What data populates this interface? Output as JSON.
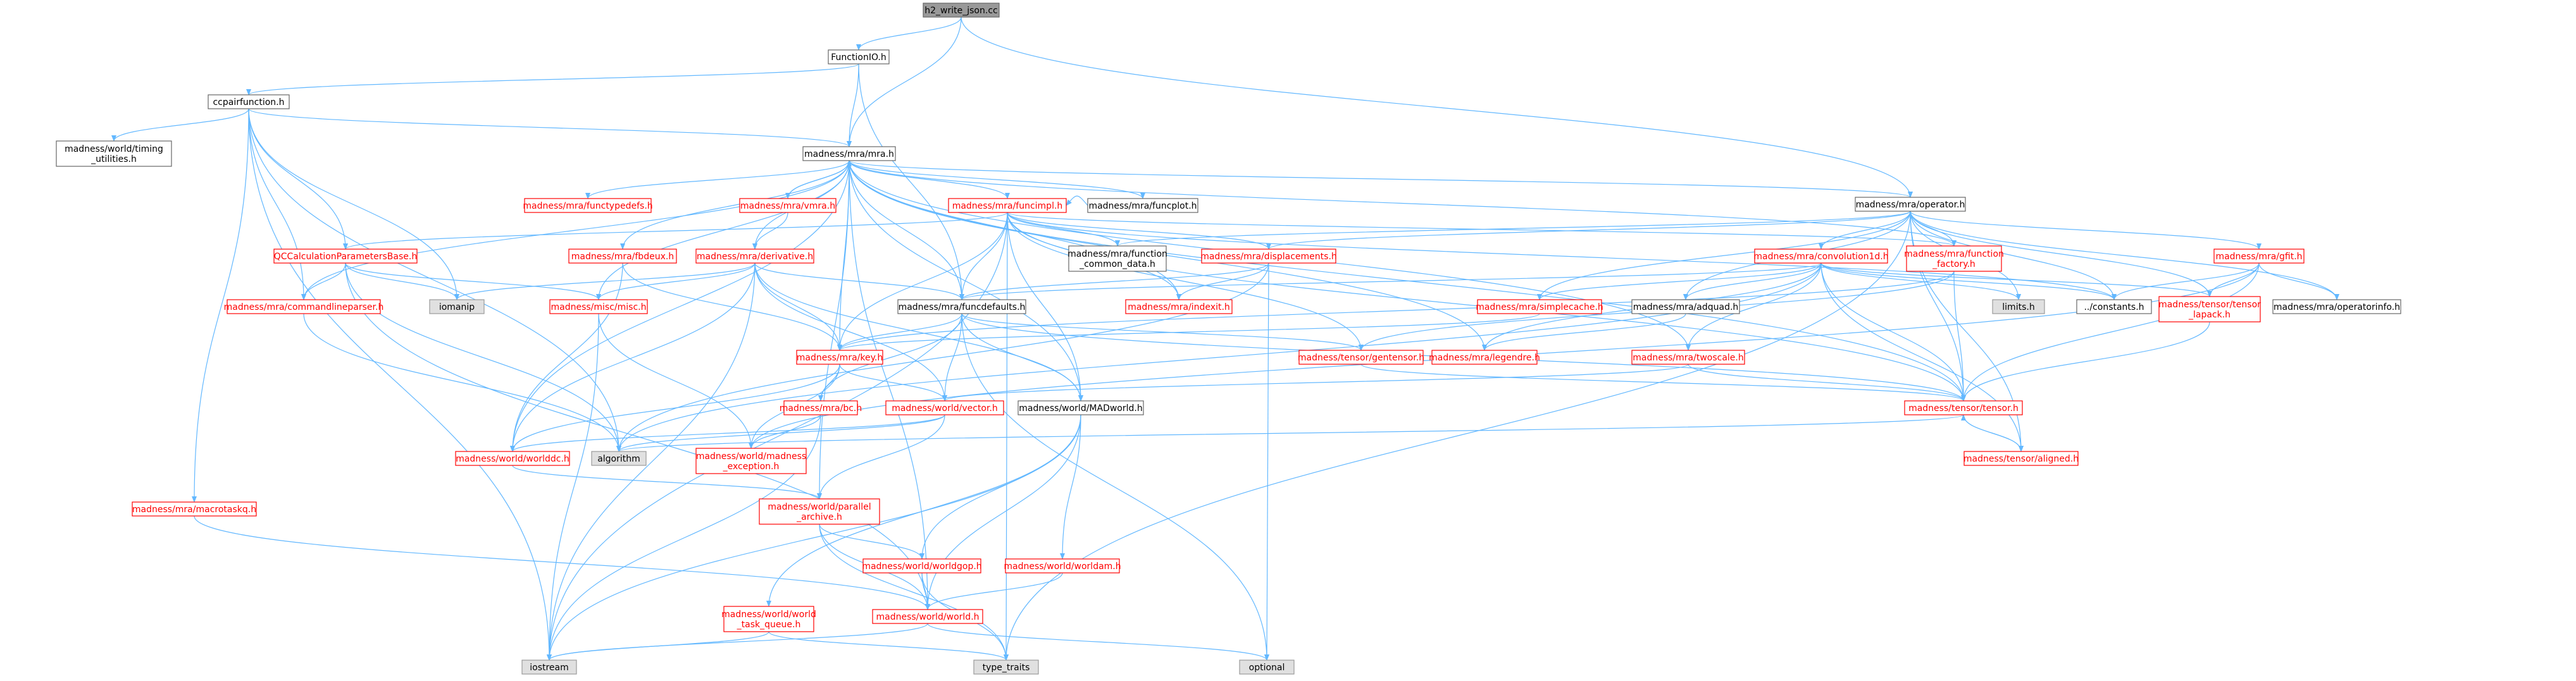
{
  "colors": {
    "root_fill": "#999999",
    "node_stroke_red": "#ff0000",
    "node_stroke_black": "#666666",
    "node_fill": "#ffffff",
    "system_fill": "#e0e0e0",
    "system_stroke": "#999999",
    "text_red": "#ff0000",
    "text_black": "#000000",
    "edge": "#63b8ff"
  },
  "nodes": [
    {
      "id": "root",
      "label": "h2_write_json.cc",
      "kind": "root"
    },
    {
      "id": "functionio",
      "label": "FunctionIO.h",
      "kind": "normal"
    },
    {
      "id": "ccpair",
      "label": "ccpairfunction.h",
      "kind": "normal"
    },
    {
      "id": "timing",
      "label": [
        "madness/world/timing",
        "_utilities.h"
      ],
      "kind": "normal"
    },
    {
      "id": "mra",
      "label": "madness/mra/mra.h",
      "kind": "normal"
    },
    {
      "id": "operator",
      "label": "madness/mra/operator.h",
      "kind": "normal"
    },
    {
      "id": "functypedefs",
      "label": "madness/mra/functypedefs.h",
      "kind": "red"
    },
    {
      "id": "vmra",
      "label": "madness/mra/vmra.h",
      "kind": "red"
    },
    {
      "id": "funcimpl",
      "label": "madness/mra/funcimpl.h",
      "kind": "red"
    },
    {
      "id": "funcplot",
      "label": "madness/mra/funcplot.h",
      "kind": "normal"
    },
    {
      "id": "qccalc",
      "label": "QCCalculationParametersBase.h",
      "kind": "red"
    },
    {
      "id": "fbdeux",
      "label": "madness/mra/fbdeux.h",
      "kind": "red"
    },
    {
      "id": "derivative",
      "label": "madness/mra/derivative.h",
      "kind": "red"
    },
    {
      "id": "funccommon",
      "label": [
        "madness/mra/function",
        "_common_data.h"
      ],
      "kind": "normal"
    },
    {
      "id": "displacements",
      "label": "madness/mra/displacements.h",
      "kind": "red"
    },
    {
      "id": "convolution1d",
      "label": "madness/mra/convolution1d.h",
      "kind": "red"
    },
    {
      "id": "funcfactory",
      "label": [
        "madness/mra/function",
        "_factory.h"
      ],
      "kind": "red"
    },
    {
      "id": "gfit",
      "label": "madness/mra/gfit.h",
      "kind": "red"
    },
    {
      "id": "iomanip",
      "label": "iomanip",
      "kind": "system"
    },
    {
      "id": "cmdparser",
      "label": "madness/mra/commandlineparser.h",
      "kind": "red"
    },
    {
      "id": "misc",
      "label": "madness/misc/misc.h",
      "kind": "red"
    },
    {
      "id": "funcdefaults",
      "label": "madness/mra/funcdefaults.h",
      "kind": "normal"
    },
    {
      "id": "indexit",
      "label": "madness/mra/indexit.h",
      "kind": "red"
    },
    {
      "id": "simplecache",
      "label": "madness/mra/simplecache.h",
      "kind": "red"
    },
    {
      "id": "adquad",
      "label": "madness/mra/adquad.h",
      "kind": "normal"
    },
    {
      "id": "limits",
      "label": "limits.h",
      "kind": "system"
    },
    {
      "id": "constants",
      "label": "../constants.h",
      "kind": "normal"
    },
    {
      "id": "lapack",
      "label": [
        "madness/tensor/tensor",
        "_lapack.h"
      ],
      "kind": "red"
    },
    {
      "id": "operatorinfo",
      "label": "madness/mra/operatorinfo.h",
      "kind": "normal"
    },
    {
      "id": "key",
      "label": "madness/mra/key.h",
      "kind": "red"
    },
    {
      "id": "gentensor",
      "label": "madness/tensor/gentensor.h",
      "kind": "red"
    },
    {
      "id": "legendre",
      "label": "madness/mra/legendre.h",
      "kind": "red"
    },
    {
      "id": "twoscale",
      "label": "madness/mra/twoscale.h",
      "kind": "red"
    },
    {
      "id": "bc",
      "label": "madness/mra/bc.h",
      "kind": "red"
    },
    {
      "id": "vector",
      "label": "madness/world/vector.h",
      "kind": "red"
    },
    {
      "id": "madworld",
      "label": "madness/world/MADworld.h",
      "kind": "normal"
    },
    {
      "id": "tensor",
      "label": "madness/tensor/tensor.h",
      "kind": "red"
    },
    {
      "id": "worlddc",
      "label": "madness/world/worlddc.h",
      "kind": "red"
    },
    {
      "id": "algorithm",
      "label": "algorithm",
      "kind": "system"
    },
    {
      "id": "madexc",
      "label": [
        "madness/world/madness",
        "_exception.h"
      ],
      "kind": "red"
    },
    {
      "id": "aligned",
      "label": "madness/tensor/aligned.h",
      "kind": "red"
    },
    {
      "id": "macrotaskq",
      "label": "madness/mra/macrotaskq.h",
      "kind": "red"
    },
    {
      "id": "parallel",
      "label": [
        "madness/world/parallel",
        "_archive.h"
      ],
      "kind": "red"
    },
    {
      "id": "worldgop",
      "label": "madness/world/worldgop.h",
      "kind": "red"
    },
    {
      "id": "worldam",
      "label": "madness/world/worldam.h",
      "kind": "red"
    },
    {
      "id": "taskqueue",
      "label": [
        "madness/world/world",
        "_task_queue.h"
      ],
      "kind": "red"
    },
    {
      "id": "world",
      "label": "madness/world/world.h",
      "kind": "red"
    },
    {
      "id": "iostream",
      "label": "iostream",
      "kind": "system"
    },
    {
      "id": "typetraits",
      "label": "type_traits",
      "kind": "system"
    },
    {
      "id": "optional",
      "label": "optional",
      "kind": "system"
    }
  ],
  "edges": [
    [
      "root",
      "functionio"
    ],
    [
      "root",
      "mra"
    ],
    [
      "root",
      "operator"
    ],
    [
      "functionio",
      "ccpair"
    ],
    [
      "functionio",
      "mra"
    ],
    [
      "functionio",
      "funcdefaults"
    ],
    [
      "ccpair",
      "timing"
    ],
    [
      "ccpair",
      "mra"
    ],
    [
      "ccpair",
      "qccalc"
    ],
    [
      "ccpair",
      "cmdparser"
    ],
    [
      "ccpair",
      "iomanip"
    ],
    [
      "ccpair",
      "macrotaskq"
    ],
    [
      "ccpair",
      "iostream"
    ],
    [
      "ccpair",
      "algorithm"
    ],
    [
      "mra",
      "functypedefs"
    ],
    [
      "mra",
      "vmra"
    ],
    [
      "mra",
      "funcimpl"
    ],
    [
      "mra",
      "funcplot"
    ],
    [
      "mra",
      "operator"
    ],
    [
      "mra",
      "fbdeux"
    ],
    [
      "mra",
      "derivative"
    ],
    [
      "mra",
      "funcfactory"
    ],
    [
      "mra",
      "cmdparser"
    ],
    [
      "mra",
      "misc"
    ],
    [
      "mra",
      "funcdefaults"
    ],
    [
      "mra",
      "key"
    ],
    [
      "mra",
      "legendre"
    ],
    [
      "mra",
      "indexit"
    ],
    [
      "mra",
      "twoscale"
    ],
    [
      "mra",
      "madworld"
    ],
    [
      "mra",
      "tensor"
    ],
    [
      "mra",
      "worlddc"
    ],
    [
      "mra",
      "parallel"
    ],
    [
      "mra",
      "world"
    ],
    [
      "vmra",
      "mra"
    ],
    [
      "vmra",
      "derivative"
    ],
    [
      "funcimpl",
      "qccalc"
    ],
    [
      "funcimpl",
      "funccommon"
    ],
    [
      "funcimpl",
      "displacements"
    ],
    [
      "funcimpl",
      "funcdefaults"
    ],
    [
      "funcimpl",
      "key"
    ],
    [
      "funcimpl",
      "gentensor"
    ],
    [
      "funcimpl",
      "indexit"
    ],
    [
      "funcimpl",
      "madworld"
    ],
    [
      "funcimpl",
      "tensor"
    ],
    [
      "funcimpl",
      "constants"
    ],
    [
      "funcimpl",
      "typetraits"
    ],
    [
      "funcimpl",
      "iostream"
    ],
    [
      "funcimpl",
      "funcfactory"
    ],
    [
      "funcplot",
      "funcimpl"
    ],
    [
      "qccalc",
      "iomanip"
    ],
    [
      "qccalc",
      "cmdparser"
    ],
    [
      "qccalc",
      "misc"
    ],
    [
      "qccalc",
      "algorithm"
    ],
    [
      "qccalc",
      "world"
    ],
    [
      "fbdeux",
      "key"
    ],
    [
      "fbdeux",
      "worlddc"
    ],
    [
      "derivative",
      "iomanip"
    ],
    [
      "derivative",
      "funcdefaults"
    ],
    [
      "derivative",
      "key"
    ],
    [
      "derivative",
      "madworld"
    ],
    [
      "derivative",
      "iostream"
    ],
    [
      "derivative",
      "worlddc"
    ],
    [
      "derivative",
      "misc"
    ],
    [
      "derivative",
      "vector"
    ],
    [
      "operator",
      "funccommon"
    ],
    [
      "operator",
      "displacements"
    ],
    [
      "operator",
      "convolution1d"
    ],
    [
      "operator",
      "funcfactory"
    ],
    [
      "operator",
      "gfit"
    ],
    [
      "operator",
      "adquad"
    ],
    [
      "operator",
      "simplecache"
    ],
    [
      "operator",
      "limits"
    ],
    [
      "operator",
      "constants"
    ],
    [
      "operator",
      "lapack"
    ],
    [
      "operator",
      "operatorinfo"
    ],
    [
      "operator",
      "tensor"
    ],
    [
      "operator",
      "typetraits"
    ],
    [
      "operator",
      "aligned"
    ],
    [
      "displacements",
      "funcdefaults"
    ],
    [
      "displacements",
      "indexit"
    ],
    [
      "displacements",
      "algorithm"
    ],
    [
      "displacements",
      "optional"
    ],
    [
      "convolution1d",
      "funcdefaults"
    ],
    [
      "convolution1d",
      "simplecache"
    ],
    [
      "convolution1d",
      "adquad"
    ],
    [
      "convolution1d",
      "limits"
    ],
    [
      "convolution1d",
      "constants"
    ],
    [
      "convolution1d",
      "lapack"
    ],
    [
      "convolution1d",
      "legendre"
    ],
    [
      "convolution1d",
      "twoscale"
    ],
    [
      "convolution1d",
      "tensor"
    ],
    [
      "convolution1d",
      "algorithm"
    ],
    [
      "convolution1d",
      "aligned"
    ],
    [
      "funcfactory",
      "gentensor"
    ],
    [
      "funcfactory",
      "tensor"
    ],
    [
      "funcfactory",
      "key"
    ],
    [
      "gfit",
      "constants"
    ],
    [
      "gfit",
      "lapack"
    ],
    [
      "gfit",
      "operatorinfo"
    ],
    [
      "gfit",
      "tensor"
    ],
    [
      "gfit",
      "madexc"
    ],
    [
      "cmdparser",
      "algorithm"
    ],
    [
      "misc",
      "iostream"
    ],
    [
      "misc",
      "madexc"
    ],
    [
      "funcdefaults",
      "key"
    ],
    [
      "funcdefaults",
      "gentensor"
    ],
    [
      "funcdefaults",
      "madworld"
    ],
    [
      "funcdefaults",
      "tensor"
    ],
    [
      "funcdefaults",
      "vector"
    ],
    [
      "funcdefaults",
      "bc"
    ],
    [
      "funcdefaults",
      "optional"
    ],
    [
      "simplecache",
      "key"
    ],
    [
      "adquad",
      "legendre"
    ],
    [
      "lapack",
      "tensor"
    ],
    [
      "key",
      "bc"
    ],
    [
      "key",
      "madexc"
    ],
    [
      "key",
      "vector"
    ],
    [
      "key",
      "worlddc"
    ],
    [
      "gentensor",
      "tensor"
    ],
    [
      "twoscale",
      "tensor"
    ],
    [
      "twoscale",
      "vector"
    ],
    [
      "bc",
      "madexc"
    ],
    [
      "bc",
      "iostream"
    ],
    [
      "vector",
      "worlddc"
    ],
    [
      "vector",
      "parallel"
    ],
    [
      "vector",
      "algorithm"
    ],
    [
      "madworld",
      "worldgop"
    ],
    [
      "madworld",
      "worldam"
    ],
    [
      "madworld",
      "world"
    ],
    [
      "madworld",
      "taskqueue"
    ],
    [
      "madworld",
      "iostream"
    ],
    [
      "tensor",
      "aligned"
    ],
    [
      "tensor",
      "algorithm"
    ],
    [
      "aligned",
      "tensor"
    ],
    [
      "worlddc",
      "parallel"
    ],
    [
      "macrotaskq",
      "world"
    ],
    [
      "parallel",
      "worldgop"
    ],
    [
      "parallel",
      "world"
    ],
    [
      "parallel",
      "typetraits"
    ],
    [
      "worldgop",
      "world"
    ],
    [
      "worldgop",
      "typetraits"
    ],
    [
      "worldam",
      "world"
    ],
    [
      "taskqueue",
      "iostream"
    ],
    [
      "taskqueue",
      "typetraits"
    ],
    [
      "world",
      "iostream"
    ],
    [
      "world",
      "optional"
    ]
  ]
}
